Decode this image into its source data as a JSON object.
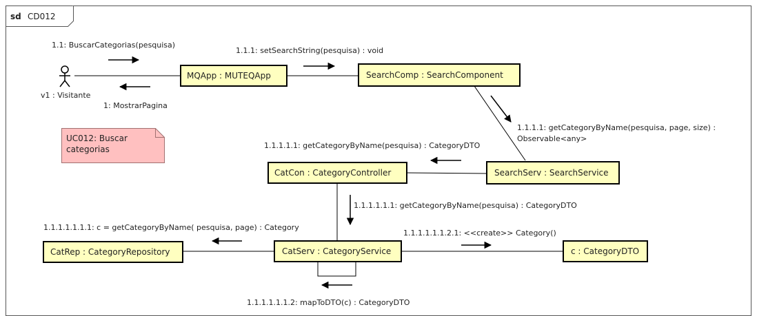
{
  "frame": {
    "keyword": "sd",
    "name": "CD012"
  },
  "actor": {
    "label": "v1 : Visitante"
  },
  "objects": {
    "mqapp": "MQApp : MUTEQApp",
    "search_comp": "SearchComp : SearchComponent",
    "search_serv": "SearchServ : SearchService",
    "cat_con": "CatCon : CategoryController",
    "cat_serv": "CatServ : CategoryService",
    "cat_rep": "CatRep : CategoryRepository",
    "category_dto": "c : CategoryDTO"
  },
  "note": {
    "line1": "UC012: Buscar",
    "line2": "categorias"
  },
  "messages": {
    "m1_1": "1.1: BuscarCategorias(pesquisa)",
    "m1": "1: MostrarPagina",
    "m1_1_1": "1.1.1: setSearchString(pesquisa) : void",
    "m1_1_1_1_line1": "1.1.1.1: getCategoryByName(pesquisa, page, size) :",
    "m1_1_1_1_line2": "Observable<any>",
    "m1_1_1_1_1": "1.1.1.1.1: getCategoryByName(pesquisa) : CategoryDTO",
    "m1_1_1_1_1_1": "1.1.1.1.1.1: getCategoryByName(pesquisa) : CategoryDTO",
    "m1_1_1_1_1_1_1": "1.1.1.1.1.1.1: c = getCategoryByName( pesquisa, page) : Category",
    "m1_1_1_1_1_1_2_1": "1.1.1.1.1.1.2.1: <<create>> Category()",
    "m1_1_1_1_1_1_2": "1.1.1.1.1.1.2: mapToDTO(c) : CategoryDTO"
  },
  "colors": {
    "object_fill": "#ffffc0",
    "object_border": "#000000",
    "note_fill": "#ffc0c0",
    "note_border": "#b08080",
    "line": "#000000"
  }
}
